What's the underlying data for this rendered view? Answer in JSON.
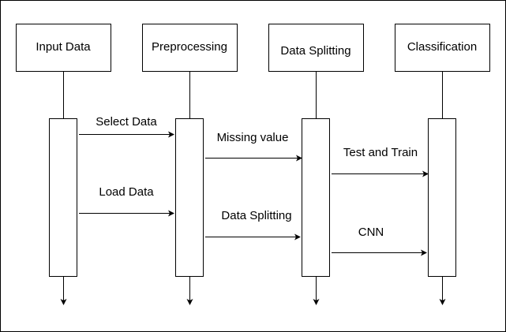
{
  "diagram": {
    "participants": [
      {
        "id": "p1",
        "label": "Input Data"
      },
      {
        "id": "p2",
        "label": "Preprocessing"
      },
      {
        "id": "p3",
        "label": "Data Splitting"
      },
      {
        "id": "p4",
        "label": "Classification"
      }
    ],
    "messages": [
      {
        "id": "m1",
        "from": "p1",
        "to": "p2",
        "label": "Select Data"
      },
      {
        "id": "m2",
        "from": "p1",
        "to": "p2",
        "label": "Load Data"
      },
      {
        "id": "m3",
        "from": "p2",
        "to": "p3",
        "label": "Missing value"
      },
      {
        "id": "m4",
        "from": "p2",
        "to": "p3",
        "label": "Data Splitting"
      },
      {
        "id": "m5",
        "from": "p3",
        "to": "p4",
        "label": "Test and Train"
      },
      {
        "id": "m6",
        "from": "p3",
        "to": "p4",
        "label": "CNN"
      }
    ]
  }
}
